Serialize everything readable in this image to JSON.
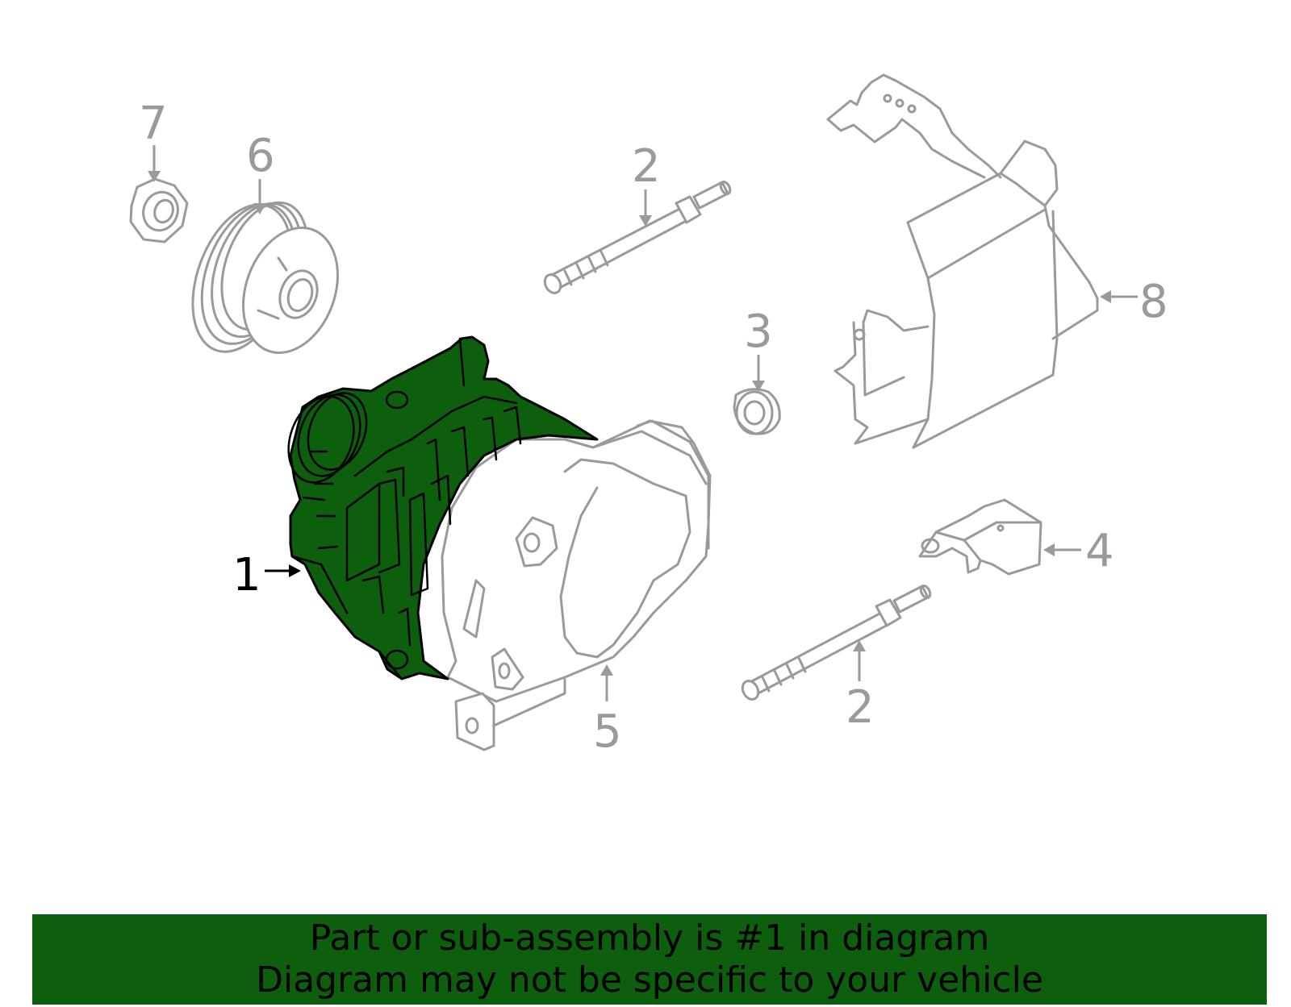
{
  "colors": {
    "highlight": "#0d5e0d",
    "outline": "#9a9a9a",
    "banner_bg": "#0d5e0d",
    "banner_text": "#000000"
  },
  "callouts": {
    "c1": "1",
    "c2a": "2",
    "c2b": "2",
    "c3": "3",
    "c4": "4",
    "c5": "5",
    "c6": "6",
    "c7": "7",
    "c8": "8"
  },
  "banner": {
    "line1": "Part or sub-assembly is #1 in diagram",
    "line2": "Diagram may not be specific to your vehicle"
  }
}
